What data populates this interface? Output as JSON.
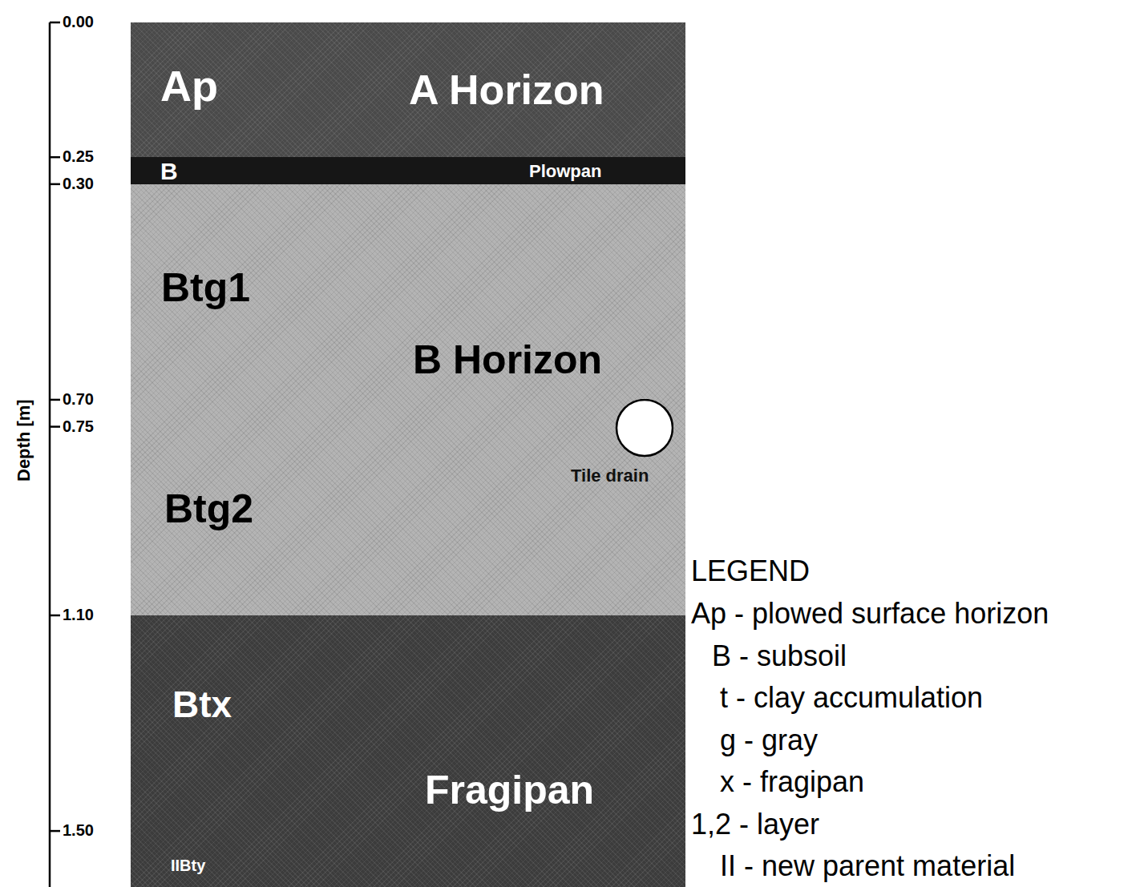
{
  "diagram": {
    "nodes": [
      {
        "text": [
          "Ap",
          "A Horizon"
        ]
      },
      {
        "text": [
          "B",
          "Plowpan"
        ]
      },
      {
        "text": [
          "Btg1",
          "B Horizon",
          "Btg2"
        ]
      },
      {
        "text": [
          "Tile drain"
        ],
        "in": 2
      },
      {
        "text": [
          "Btx",
          "Fragipan",
          "IIBty"
        ]
      }
    ],
    "labels": [
      "0.00",
      "0.25",
      "0.30",
      "0.70",
      "0.75",
      "1.10",
      "1.50",
      "Depth [m]",
      "LEGEND"
    ],
    "legend": [
      {
        "text": "Ap - plowed surface horizon"
      },
      {
        "text": "B - subsoil"
      },
      {
        "text": "t - clay accumulation"
      },
      {
        "text": "g - gray"
      },
      {
        "text": "x - fragipan"
      },
      {
        "text": "1,2 - layer"
      },
      {
        "text": "II - new parent material"
      }
    ]
  }
}
